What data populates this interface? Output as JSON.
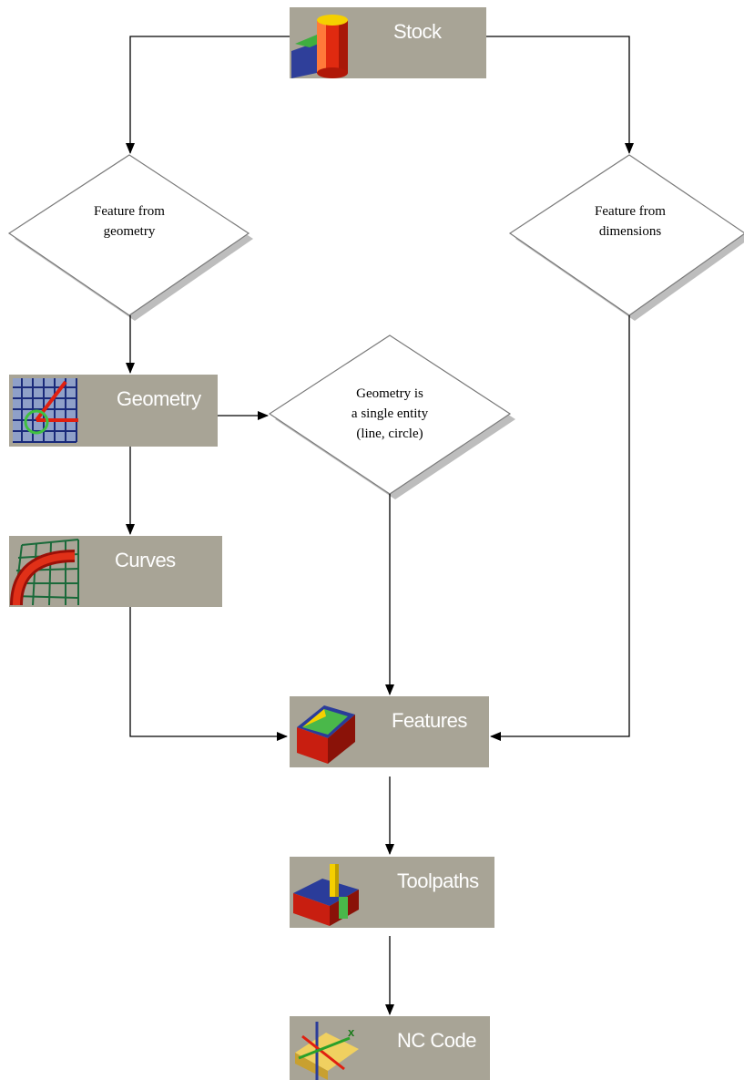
{
  "nodes": {
    "stock": {
      "label": "Stock",
      "icon": "stock-cylinder-icon"
    },
    "geometry": {
      "label": "Geometry",
      "icon": "geometry-grid-icon"
    },
    "curves": {
      "label": "Curves",
      "icon": "curves-surface-icon"
    },
    "features": {
      "label": "Features",
      "icon": "features-pocket-icon"
    },
    "toolpaths": {
      "label": "Toolpaths",
      "icon": "toolpaths-tool-icon"
    },
    "nc_code": {
      "label": "NC Code",
      "icon": "nc-code-axes-icon"
    }
  },
  "decisions": {
    "feature_from_geometry": "Feature from\ngeometry",
    "feature_from_dimensions": "Feature from\ndimensions",
    "geometry_single_entity": "Geometry is\na single entity\n(line, circle)"
  },
  "colors": {
    "node_bg": "#a8a496",
    "node_text": "#ffffff",
    "connector": "#000000",
    "diamond_shadow": "#bdbdbd"
  }
}
